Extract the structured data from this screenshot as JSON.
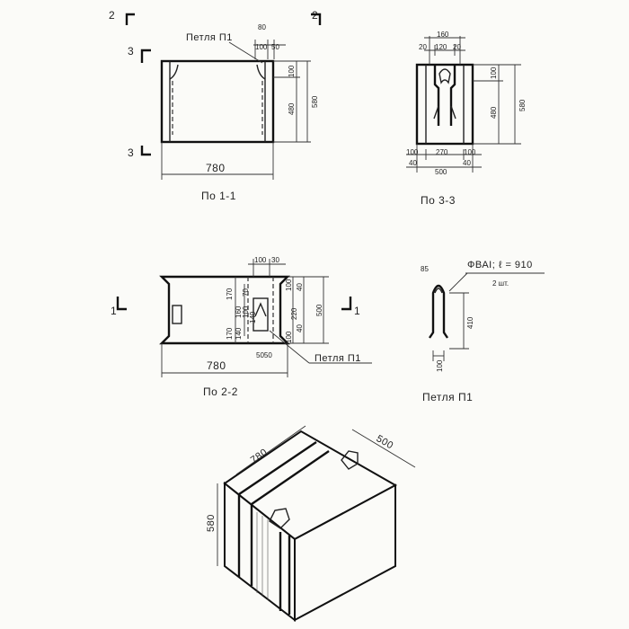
{
  "section_11": {
    "title": "По 1-1",
    "cut_label_a": "2",
    "cut_label_b": "2",
    "cut_label_c": "3",
    "cut_label_d": "3",
    "loop_label": "Петля П1",
    "dim_width": "780",
    "dim_height": "580",
    "dim_inner": "480",
    "dim_top": "100",
    "dim_top_a": "100",
    "dim_top_b": "50",
    "dim_top_c": "80"
  },
  "section_33": {
    "title": "По 3-3",
    "dim_top_total": "160",
    "dim_top_a": "20",
    "dim_top_b": "120",
    "dim_top_c": "20",
    "dim_right_top": "100",
    "dim_right_mid": "480",
    "dim_right_total": "580",
    "dim_bot_a": "100",
    "dim_bot_b": "270",
    "dim_bot_c": "100",
    "dim_bot_d": "40",
    "dim_bot_e": "40",
    "dim_bot_total": "500"
  },
  "section_22": {
    "title": "По 2-2",
    "cut_label_left": "1",
    "cut_label_right": "1",
    "loop_label": "Петля П1",
    "dim_width": "780",
    "dim_top_a": "100",
    "dim_top_b": "30",
    "dim_170a": "170",
    "dim_160": "160",
    "dim_170b": "170",
    "dim_140": "140",
    "dim_140b": "140",
    "dim_100a": "100",
    "dim_100b": "100",
    "dim_70": "70",
    "dim_right_100": "100",
    "dim_right_40a": "40",
    "dim_right_220": "220",
    "dim_right_40b": "40",
    "dim_right_100b": "100",
    "dim_right_total": "500",
    "dim_bottom_small": "5050"
  },
  "loop_p1": {
    "title": "Петля П1",
    "material": "ФВАI; ℓ = 910",
    "count": "2 шт.",
    "dim_top": "85",
    "dim_height": "410",
    "dim_bottom": "100"
  },
  "iso_view": {
    "dim_length": "780",
    "dim_depth": "500",
    "dim_height": "580"
  }
}
